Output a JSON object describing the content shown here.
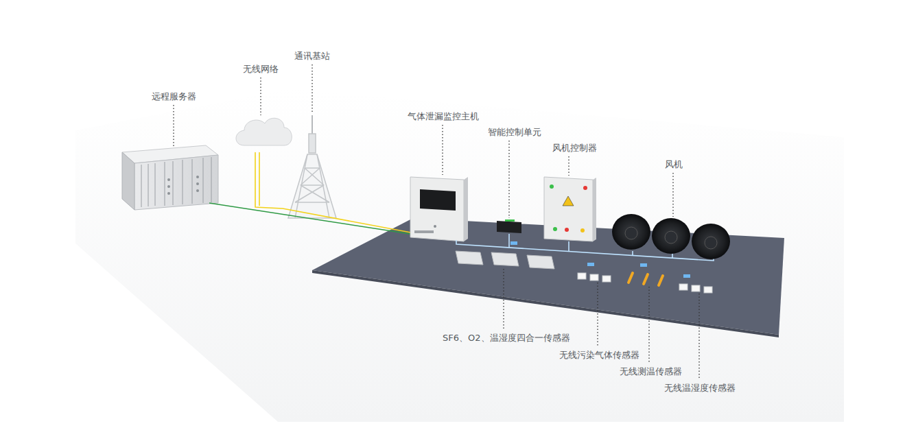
{
  "diagram": {
    "labels": [
      "远程服务器",
      "无线网络",
      "通讯基站",
      "气体泄漏监控主机",
      "智能控制单元",
      "风机控制器",
      "风机",
      "SF6、O2、温湿度四合一传感器",
      "无线污染气体传感器",
      "无线测温传感器",
      "无线温湿度传感器"
    ]
  }
}
